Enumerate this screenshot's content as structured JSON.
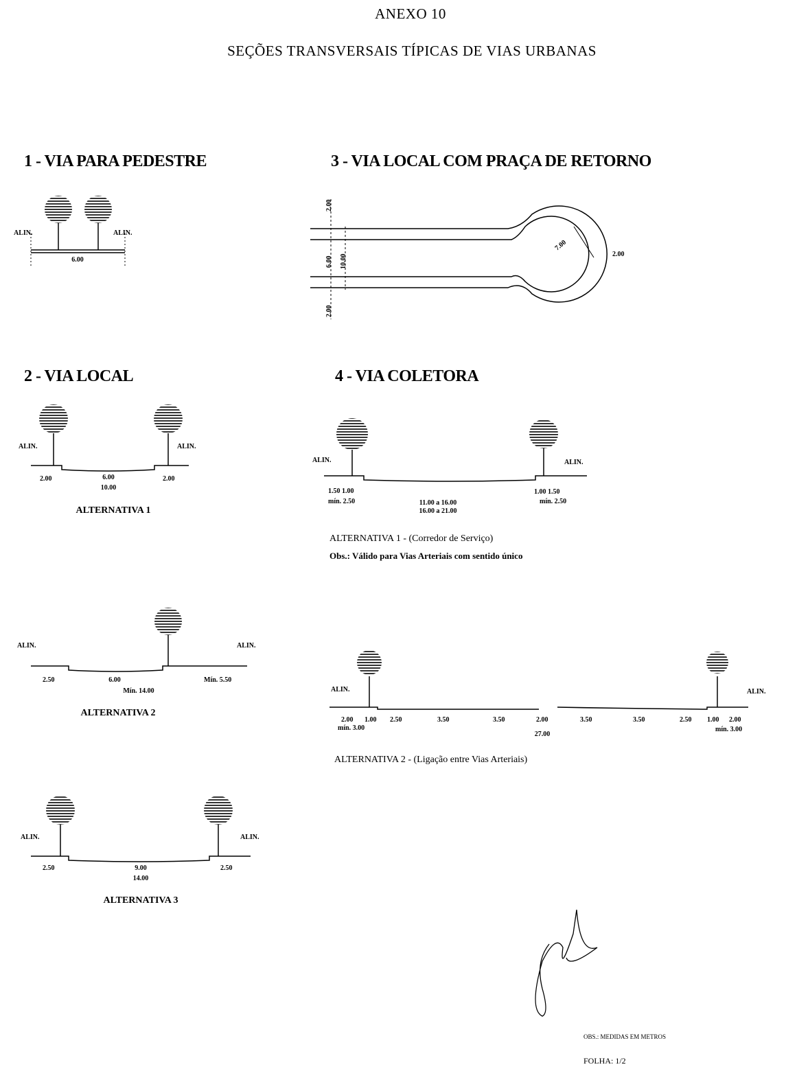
{
  "header": {
    "annex": "ANEXO 10",
    "title": "SEÇÕES TRANSVERSAIS TÍPICAS DE VIAS URBANAS"
  },
  "sections": {
    "s1": {
      "heading": "1 - VIA PARA PEDESTRE",
      "alin_left": "ALIN.",
      "alin_right": "ALIN.",
      "width": "6.00"
    },
    "s3": {
      "heading": "3 - VIA LOCAL COM PRAÇA DE RETORNO",
      "dim_top": "2.00",
      "dim_road": "6.00",
      "dim_total": "10.00",
      "dim_bottom": "2.00",
      "radius": "7.00",
      "ring": "2.00"
    },
    "s2": {
      "heading": "2 - VIA LOCAL",
      "alt1": {
        "label": "ALTERNATIVA 1",
        "alin_left": "ALIN.",
        "alin_right": "ALIN.",
        "left": "2.00",
        "road": "6.00",
        "total": "10.00",
        "right": "2.00"
      },
      "alt2": {
        "label": "ALTERNATIVA 2",
        "alin_left": "ALIN.",
        "alin_right": "ALIN.",
        "left": "2.50",
        "road": "6.00",
        "right": "Mín. 5.50",
        "total": "Mín. 14.00"
      },
      "alt3": {
        "label": "ALTERNATIVA 3",
        "alin_left": "ALIN.",
        "alin_right": "ALIN.",
        "left": "2.50",
        "road": "9.00",
        "total": "14.00",
        "right": "2.50"
      }
    },
    "s4": {
      "heading": "4 - VIA COLETORA",
      "alt1": {
        "label": "ALTERNATIVA 1 - (Corredor de Serviço)",
        "obs": "Obs.: Válido para Vias Arteriais com sentido único",
        "alin_left": "ALIN.",
        "alin_right": "ALIN.",
        "left": "1.50 1.00",
        "left_min": "mín. 2.50",
        "road1": "11.00 a 16.00",
        "road2": "16.00 a 21.00",
        "right": "1.00 1.50",
        "right_min": "mín. 2.50"
      },
      "alt2": {
        "label": "ALTERNATIVA 2 - (Ligação entre Vias Arteriais)",
        "alin_left": "ALIN.",
        "alin_right": "ALIN.",
        "dims": [
          "2.00",
          "1.00",
          "2.50",
          "3.50",
          "3.50",
          "2.00",
          "3.50",
          "3.50",
          "2.50",
          "1.00",
          "2.00"
        ],
        "left_min": "mín. 3.00",
        "right_min": "mín. 3.00",
        "total": "27.00"
      }
    }
  },
  "footer": {
    "obs": "OBS.: MEDIDAS EM METROS",
    "sheet": "FOLHA: 1/2",
    "signature": "signature"
  }
}
